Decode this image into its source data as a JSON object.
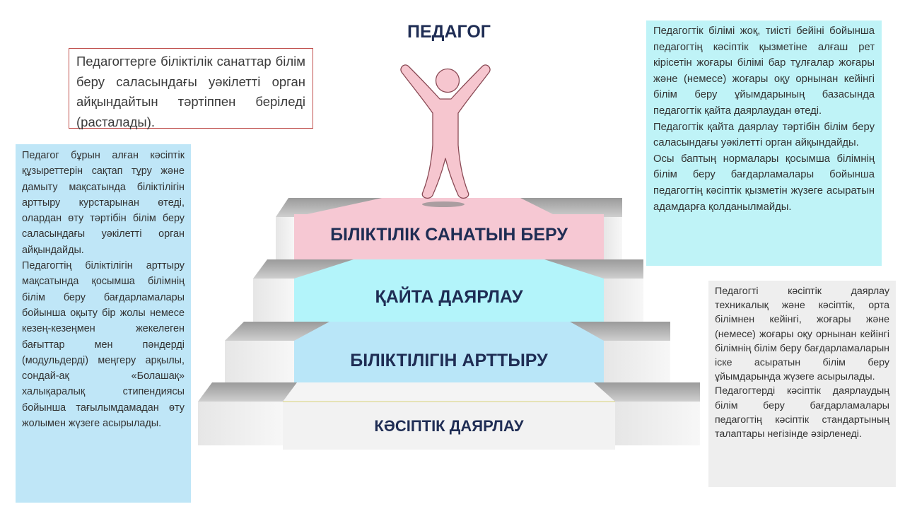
{
  "title": "ПЕДАГОГ",
  "levels": {
    "level1": "БІЛІКТІЛІК САНАТЫН БЕРУ",
    "level2": "ҚАЙТА ДАЯРЛАУ",
    "level3": "БІЛІКТІЛІГІН АРТТЫРУ",
    "level4": "КӘСІПТІК ДАЯРЛАУ"
  },
  "boxes": {
    "top_left": "Педагогтерге біліктілік санаттар білім беру саласындағы уәкілетті орган айқындайтын тәртіппен беріледі (расталады).",
    "left_p1": "Педагог бұрын алған кәсіптік құзыреттерін сақтап тұру және дамыту мақсатында біліктілігін арттыру курстарынан өтеді, олардан өту тәртібін білім беру саласындағы уәкілетті орган айқындайды.",
    "left_p2": "Педагогтің біліктілігін арттыру мақсатында қосымша білімнің білім беру бағдарламалары бойынша оқыту бір жолы немесе кезең-кезеңмен жекелеген бағыттар мен пәндерді (модульдерді) меңгеру арқылы, сондай-ақ «Болашақ» халықаралық стипендиясы бойынша тағылымдамадан өту жолымен жүзеге асырылады.",
    "right_p1": "Педагогтік білімі жоқ, тиісті бейіні бойынша педагогтің кәсіптік қызметіне алғаш рет кірісетін жоғары білімі бар тұлғалар жоғары және (немесе) жоғары оқу орнынан кейінгі білім беру ұйымдарының базасында педагогтік қайта даярлаудан өтеді.",
    "right_p2": "Педагогтік қайта даярлау тәртібін білім беру саласындағы уәкілетті орган айқындайды.",
    "right_p3": "Осы баптың нормалары қосымша білімнің білім беру бағдарламалары бойынша педагогтің кәсіптік қызметін жүзеге асыратын адамдарға қолданылмайды.",
    "bottom_right_p1": "Педагогті кәсіптік даярлау техникалық және кәсіптік, орта білімнен кейінгі, жоғары және (немесе) жоғары оқу орнынан кейінгі білімнің білім беру бағдарламаларын іске асыратын білім беру ұйымдарында жүзеге асырылады.",
    "bottom_right_p2": "Педагогтерді кәсіптік даярлаудың білім беру бағдарламалары педагогтің кәсіптік стандартының талаптары негізінде әзірленеді."
  },
  "colors": {
    "title_text": "#1f2d54",
    "level1_fill": "#f6c8d3",
    "level2_fill": "#b3f4fa",
    "level3_fill": "#b9e6f8",
    "level4_fill": "#f2f2f2",
    "figure_fill": "#f6c6cf",
    "figure_stroke": "#8a4a55"
  }
}
